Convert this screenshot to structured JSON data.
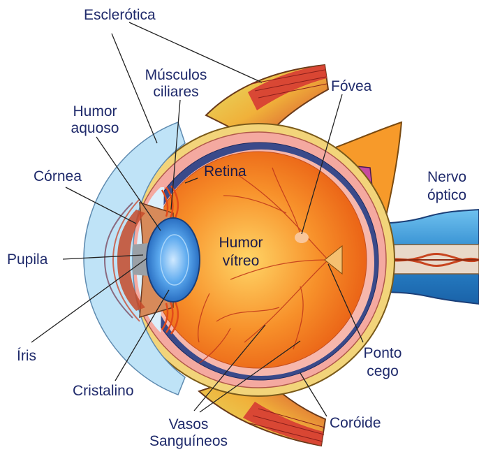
{
  "labels": {
    "esclerotica": "Esclerótica",
    "musculos_ciliares_1": "Músculos",
    "musculos_ciliares_2": "ciliares",
    "humor_aquoso_1": "Humor",
    "humor_aquoso_2": "aquoso",
    "fovea": "Fóvea",
    "cornea": "Córnea",
    "retina": "Retina",
    "nervo_optico_1": "Nervo",
    "nervo_optico_2": "óptico",
    "pupila": "Pupila",
    "humor_vitreo_1": "Humor",
    "humor_vitreo_2": "vítreo",
    "iris": "Íris",
    "ponto_cego_1": "Ponto",
    "ponto_cego_2": "cego",
    "cristalino": "Cristalino",
    "coroide": "Coróide",
    "vasos_1": "Vasos",
    "vasos_2": "Sanguíneos"
  },
  "colors": {
    "label_text": "#1f2a6b",
    "sclera_outer": "#f2d47a",
    "sclera_line": "#7a5a1a",
    "choroid": "#f4a9a0",
    "retina_band": "#3a4a8a",
    "vitreous_center": "#ffd060",
    "vitreous_edge": "#f06010",
    "cornea": "#bfe3f7",
    "lens": "#3a8fe0",
    "muscle": "#d84040",
    "optic_nerve": "#2a8fd0",
    "leader_line": "#222222"
  }
}
